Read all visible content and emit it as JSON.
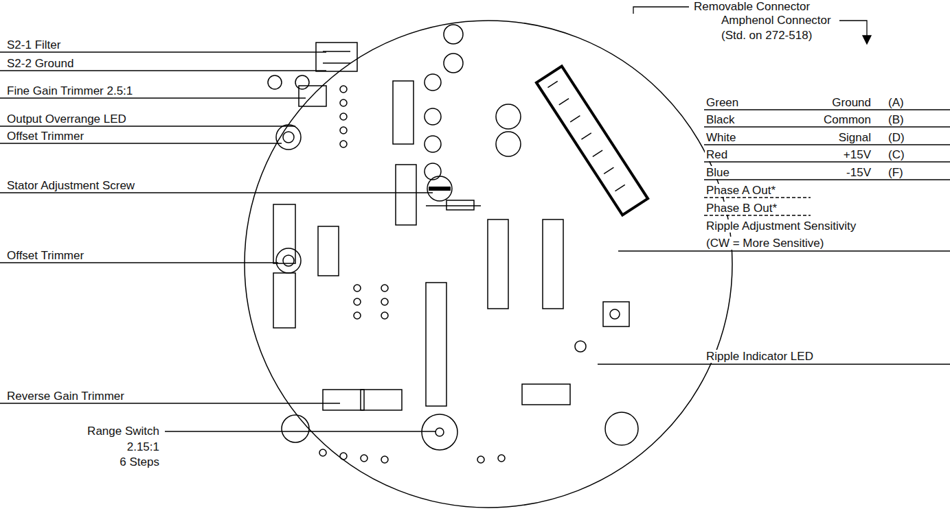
{
  "diagram": {
    "labels": [
      "Removable Connector",
      "Amphenol Connector",
      "(Std. on 272-518)",
      "S2-1 Filter",
      "S2-2 Ground",
      "Fine Gain Trimmer 2.5:1",
      "Output Overrange LED",
      "Offset Trimmer",
      "Stator Adjustment Screw",
      "Offset Trimmer",
      "Reverse Gain Trimmer",
      "Range Switch",
      "2.15:1",
      "6 Steps",
      "Green",
      "Ground",
      "(A)",
      "Black",
      "Common",
      "(B)",
      "White",
      "Signal",
      "(D)",
      "Red",
      "+15V",
      "(C)",
      "Blue",
      "-15V",
      "(F)",
      "Phase A Out*",
      "Phase B Out*",
      "Ripple Adjustment Sensitivity",
      "(CW = More Sensitive)",
      "Ripple Indicator LED"
    ]
  }
}
